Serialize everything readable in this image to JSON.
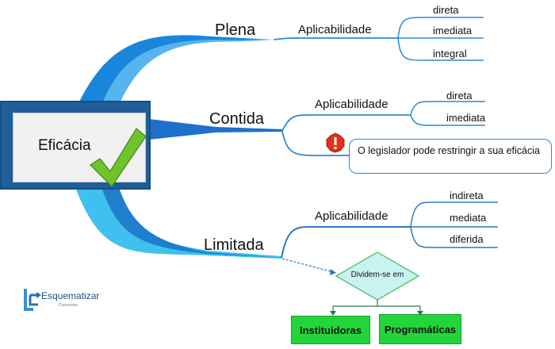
{
  "center": {
    "label": "Eficácia"
  },
  "branches": [
    {
      "label": "Plena",
      "sub": "Aplicabilidade",
      "leaves": [
        "direta",
        "imediata",
        "integral"
      ]
    },
    {
      "label": "Contida",
      "sub": "Aplicabilidade",
      "leaves": [
        "direta",
        "imediata"
      ],
      "note": "O legislador pode restringir a sua eficácia"
    },
    {
      "label": "Limitada",
      "sub": "Aplicabilidade",
      "leaves": [
        "indireta",
        "mediata",
        "diferida"
      ]
    }
  ],
  "decision": {
    "label": "Dividem-se em",
    "options": [
      "Instituidoras",
      "Programáticas"
    ]
  },
  "logo": {
    "name": "Esquematizar",
    "tagline": "Concursos"
  },
  "colors": {
    "plena": "#1a86db",
    "contida": "#1f6fcc",
    "limitada": "#37b4ea",
    "check": "#6fc42b",
    "warn": "#e2311d",
    "box": "#22d63a"
  }
}
